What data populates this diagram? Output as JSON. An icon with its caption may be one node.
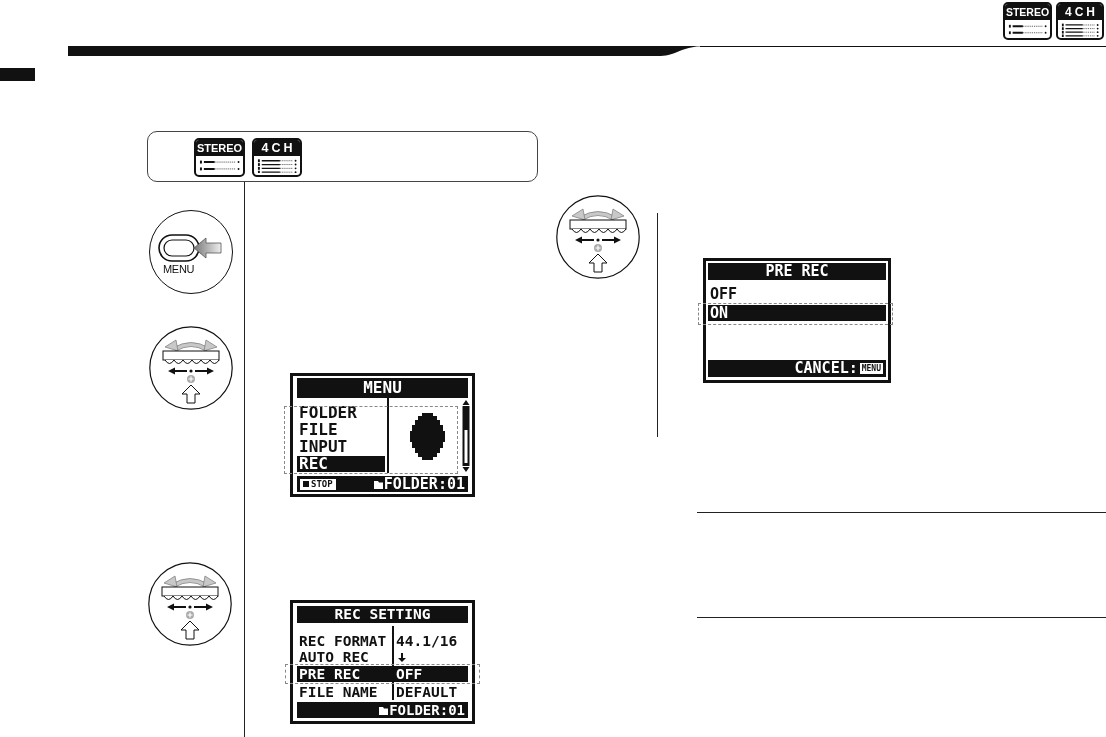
{
  "diagram": {
    "nodes": [
      {
        "text": [
          "STEREO"
        ]
      },
      {
        "text": [
          "4CH"
        ]
      },
      {
        "text": [],
        "shape": "box"
      },
      {
        "text": [
          "STEREO"
        ],
        "in": 2
      },
      {
        "text": [
          "4CH"
        ],
        "in": 2
      },
      {
        "text": [
          "MENU"
        ]
      },
      {
        "text": [],
        "shape": "picture"
      },
      {
        "text": [
          "MENU",
          "FOLDER",
          "FILE",
          "INPUT",
          "REC",
          "STOP",
          "FOLDER:01"
        ]
      },
      {
        "text": [],
        "shape": "picture"
      },
      {
        "text": [
          "REC SETTING",
          "REC FORMAT",
          "44.1/16",
          "AUTO REC",
          "PRE REC",
          "OFF",
          "FILE NAME",
          "DEFAULT",
          "FOLDER:01"
        ]
      },
      {
        "text": [],
        "shape": "picture"
      },
      {
        "text": [
          "PRE REC",
          "OFF",
          "ON",
          "CANCEL:",
          "MENU"
        ]
      }
    ]
  }
}
